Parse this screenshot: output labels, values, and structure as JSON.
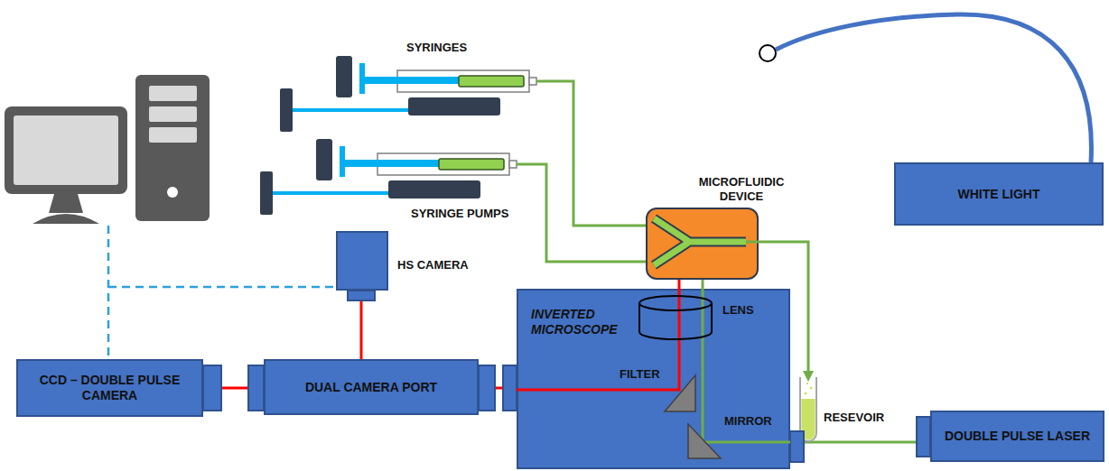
{
  "diagram": {
    "nodes": [
      {
        "text": [
          "WHITE LIGHT"
        ]
      },
      {
        "text": [
          "MICROFLUIDIC DEVICE"
        ]
      },
      {
        "text": [
          "HS CAMERA"
        ]
      },
      {
        "text": [
          "INVERTED MICROSCOPE"
        ]
      },
      {
        "text": [
          "CCD – DOUBLE PULSE CAMERA"
        ]
      },
      {
        "text": [
          "DUAL CAMERA PORT"
        ]
      },
      {
        "text": [
          "DOUBLE PULSE LASER"
        ]
      }
    ],
    "edges": [
      {
        "from": 2,
        "to": 5,
        "arrow": "none"
      },
      {
        "from": 4,
        "to": 5,
        "arrow": "none"
      },
      {
        "from": 5,
        "to": 3,
        "arrow": "none"
      },
      {
        "from": 6,
        "to": 3,
        "arrow": "none"
      }
    ],
    "labels": [
      "SYRINGES",
      "SYRINGE PUMPS",
      "LENS",
      "FILTER",
      "MIRROR",
      "RESEVOIR"
    ]
  }
}
